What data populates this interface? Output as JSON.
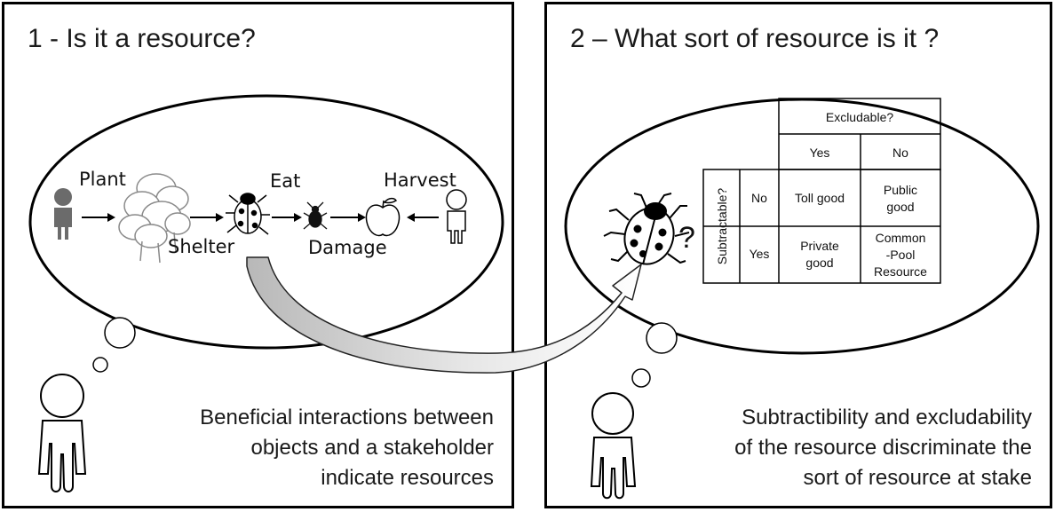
{
  "panel1": {
    "title": "1 - Is it a resource?",
    "labels": {
      "plant": "Plant",
      "eat": "Eat",
      "harvest": "Harvest",
      "shelter": "Shelter",
      "damage": "Damage"
    },
    "caption": [
      "Beneficial interactions between",
      "objects and a stakeholder",
      "indicate resources"
    ]
  },
  "panel2": {
    "title": "2 – What sort of resource is it ?",
    "question_mark": "?",
    "table": {
      "col_header": "Excludable?",
      "col_yes": "Yes",
      "col_no": "No",
      "row_header": "Subtractable?",
      "row_no": "No",
      "row_yes": "Yes",
      "cell_no_yes": "Toll good",
      "cell_no_no": [
        "Public",
        "good"
      ],
      "cell_yes_yes": [
        "Private",
        "good"
      ],
      "cell_yes_no": [
        "Common",
        "-Pool",
        "Resource"
      ]
    },
    "caption": [
      "Subtractibility and excludability",
      "of the resource discriminate the",
      "sort of resource at stake"
    ]
  }
}
